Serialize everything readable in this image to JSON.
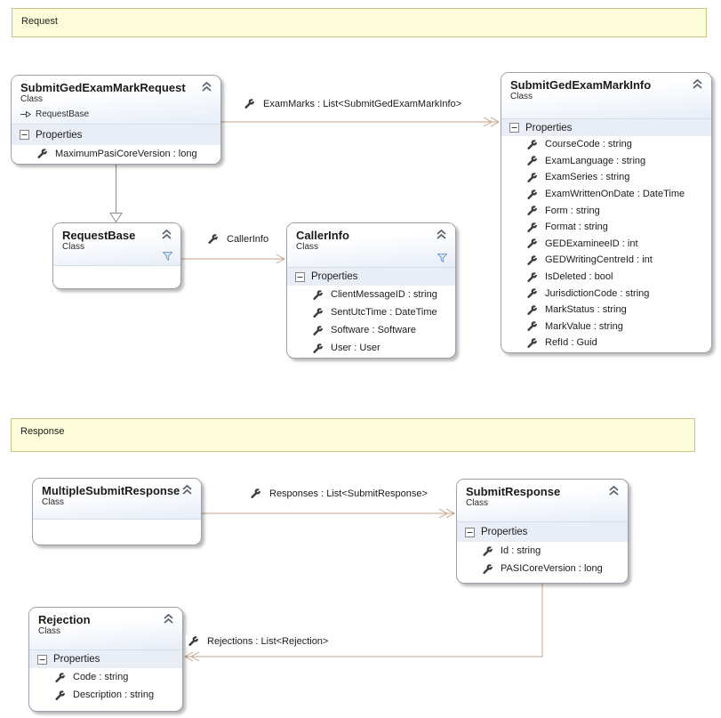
{
  "comments": {
    "request": {
      "label": "Request"
    },
    "response": {
      "label": "Response"
    }
  },
  "classes": {
    "req": {
      "name": "SubmitGedExamMarkRequest",
      "kind": "Class",
      "base": "RequestBase",
      "section": "Properties",
      "props": [
        "MaximumPasiCoreVersion : long"
      ]
    },
    "info": {
      "name": "SubmitGedExamMarkInfo",
      "kind": "Class",
      "section": "Properties",
      "props": [
        "CourseCode : string",
        "ExamLanguage : string",
        "ExamSeries : string",
        "ExamWrittenOnDate : DateTime",
        "Form : string",
        "Format : string",
        "GEDExamineeID : int",
        "GEDWritingCentreId : int",
        "IsDeleted : bool",
        "JurisdictionCode : string",
        "MarkStatus : string",
        "MarkValue : string",
        "RefId : Guid"
      ]
    },
    "base": {
      "name": "RequestBase",
      "kind": "Class"
    },
    "caller": {
      "name": "CallerInfo",
      "kind": "Class",
      "section": "Properties",
      "props": [
        "ClientMessageID : string",
        "SentUtcTime : DateTime",
        "Software : Software",
        "User : User"
      ]
    },
    "multi": {
      "name": "MultipleSubmitResponse",
      "kind": "Class"
    },
    "resp": {
      "name": "SubmitResponse",
      "kind": "Class",
      "section": "Properties",
      "props": [
        "Id : string",
        "PASICoreVersion : long"
      ]
    },
    "rej": {
      "name": "Rejection",
      "kind": "Class",
      "section": "Properties",
      "props": [
        "Code : string",
        "Description : string"
      ]
    }
  },
  "labels": {
    "examMarks": "ExamMarks : List<SubmitGedExamMarkInfo>",
    "callerInfo": "CallerInfo",
    "responses": "Responses : List<SubmitResponse>",
    "rejections": "Rejections : List<Rejection>"
  },
  "colors": {
    "association_line": "#C5A28B",
    "inheritance_line": "#8C8C8C",
    "comment_bg": "#FCFBDA",
    "comment_border": "#C9C583",
    "header_gradient_end": "#E7EDF7",
    "section_bg": "#E9EEF6",
    "box_border": "#9AA1AB",
    "filter_icon_blue": "#6A96C8"
  }
}
